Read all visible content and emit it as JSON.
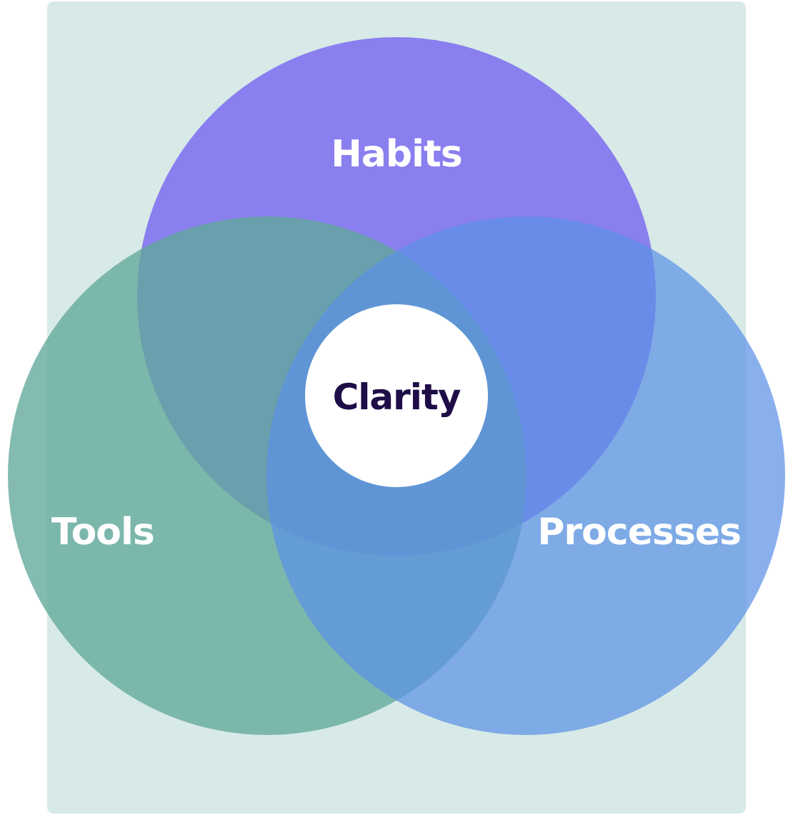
{
  "diagram": {
    "type": "venn",
    "sets": [
      {
        "id": "habits",
        "label": "Habits",
        "color": "#7c6cf0"
      },
      {
        "id": "tools",
        "label": "Tools",
        "color": "#62a89a"
      },
      {
        "id": "processes",
        "label": "Processes",
        "color": "#5b92e5"
      }
    ],
    "intersection": {
      "label": "Clarity",
      "text_color": "#1e0d46",
      "fill": "#ffffff"
    },
    "colors": {
      "panel": "#d8eae8",
      "label_text": "#ffffff"
    }
  }
}
